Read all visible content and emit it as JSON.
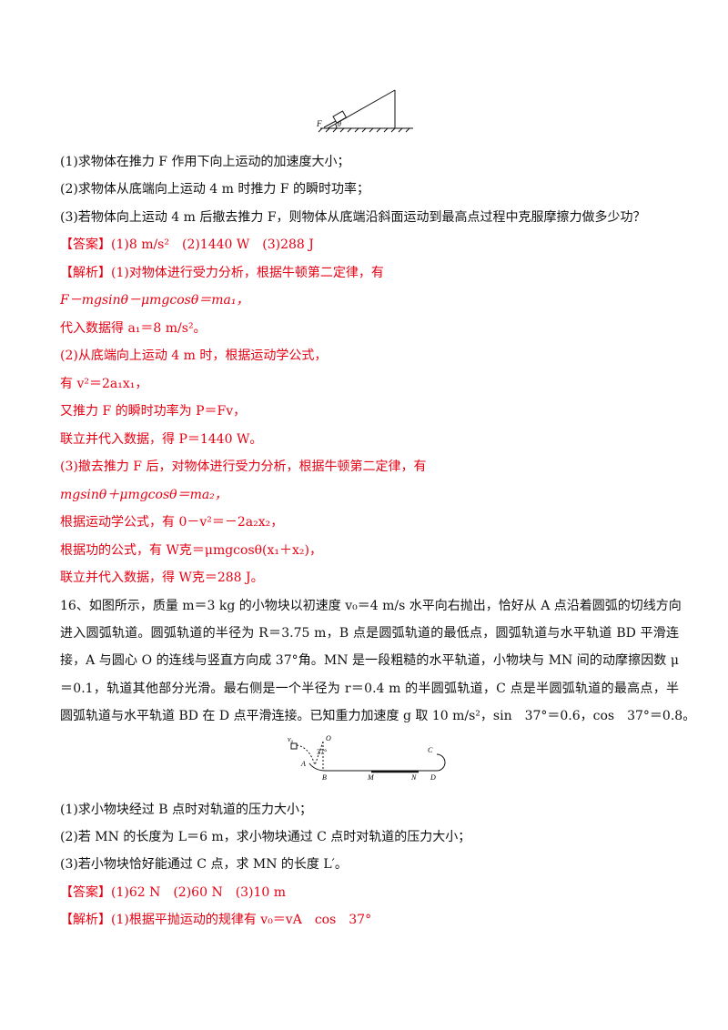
{
  "figure1": {
    "label_F": "F",
    "label_theta": "θ"
  },
  "q15": [
    "(1)求物体在推力 F 作用下向上运动的加速度大小；",
    "(2)求物体从底端向上运动 4 m 时推力 F 的瞬时功率；",
    "(3)若物体向上运动 4 m 后撤去推力 F，则物体从底端沿斜面运动到最高点过程中克服摩擦力做多少功？"
  ],
  "answer15": "【答案】(1)8 m/s²　(2)1440 W　(3)288 J",
  "analysis15": [
    "【解析】(1)对物体进行受力分析，根据牛顿第二定律，有",
    "F－mgsinθ－μmgcosθ＝ma₁，",
    "代入数据得 a₁＝8 m/s²。",
    "(2)从底端向上运动 4 m 时，根据运动学公式，",
    "有 v²＝2a₁x₁，",
    "又推力 F 的瞬时功率为 P＝Fv，",
    "联立并代入数据，得 P＝1440 W。",
    "(3)撤去推力 F 后，对物体进行受力分析，根据牛顿第二定律，有",
    "mgsinθ＋μmgcosθ＝ma₂，",
    "根据运动学公式，有 0－v²＝－2a₂x₂，",
    "根据功的公式，有 W克＝μmgcosθ(x₁＋x₂)，",
    "联立并代入数据，得 W克＝288 J。"
  ],
  "q16_stem": [
    "16、如图所示，质量 m＝3 kg 的小物块以初速度 v₀＝4 m/s 水平向右抛出，恰好从 A 点沿着圆弧的切线方向",
    "进入圆弧轨道。圆弧轨道的半径为 R＝3.75 m，B 点是圆弧轨道的最低点，圆弧轨道与水平轨道 BD 平滑连",
    "接，A 与圆心 O 的连线与竖直方向成 37°角。MN 是一段粗糙的水平轨道，小物块与 MN 间的动摩擦因数 μ",
    "＝0.1，轨道其他部分光滑。最右侧是一个半径为 r＝0.4 m 的半圆弧轨道，C 点是半圆弧轨道的最高点，半",
    "圆弧轨道与水平轨道 BD 在 D 点平滑连接。已知重力加速度 g 取 10 m/s²，sin　37°＝0.6，cos　37°＝0.8。"
  ],
  "figure2": {
    "v0": "v₀",
    "O": "O",
    "angle": "37°",
    "A": "A",
    "B": "B",
    "M": "M",
    "N": "N",
    "C": "C",
    "D": "D"
  },
  "q16": [
    "(1)求小物块经过 B 点时对轨道的压力大小；",
    "(2)若 MN 的长度为 L＝6 m，求小物块通过 C 点时对轨道的压力大小；",
    "(3)若小物块恰好能通过 C 点，求 MN 的长度 L′。"
  ],
  "answer16": "【答案】(1)62 N　(2)60 N　(3)10 m",
  "analysis16": "【解析】(1)根据平抛运动的规律有 v₀＝vA　cos　37°",
  "colors": {
    "answer_red": "#e60012",
    "text": "#111111"
  }
}
